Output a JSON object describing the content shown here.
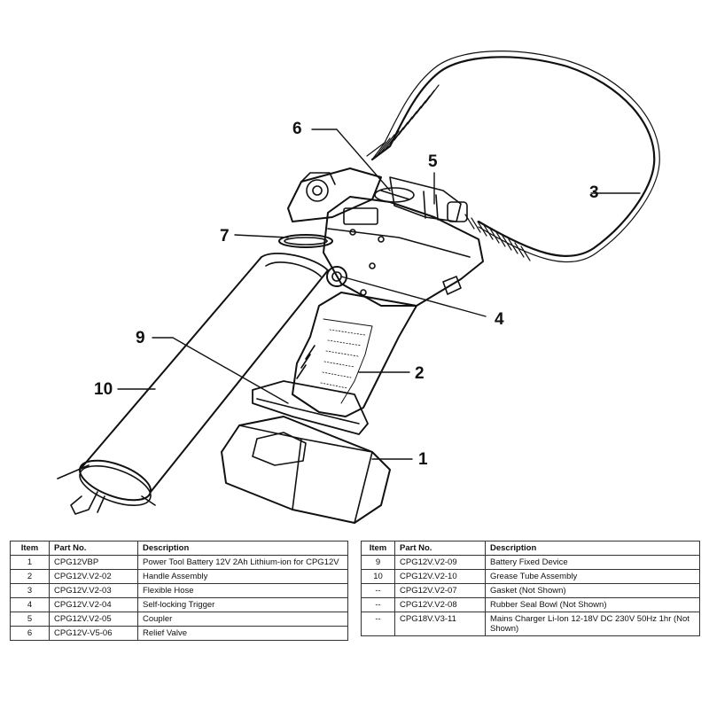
{
  "callouts": [
    "1",
    "2",
    "3",
    "4",
    "5",
    "6",
    "7",
    "9",
    "10"
  ],
  "table_headers": {
    "item": "Item",
    "part_no": "Part No.",
    "description": "Description"
  },
  "parts_left": [
    {
      "item": "1",
      "part_no": "CPG12VBP",
      "description": "Power Tool Battery 12V 2Ah Lithium-ion for CPG12V"
    },
    {
      "item": "2",
      "part_no": "CPG12V.V2-02",
      "description": "Handle Assembly"
    },
    {
      "item": "3",
      "part_no": "CPG12V.V2-03",
      "description": "Flexible Hose"
    },
    {
      "item": "4",
      "part_no": "CPG12V.V2-04",
      "description": "Self-locking Trigger"
    },
    {
      "item": "5",
      "part_no": "CPG12V.V2-05",
      "description": "Coupler"
    },
    {
      "item": "6",
      "part_no": "CPG12V-V5-06",
      "description": "Relief Valve"
    }
  ],
  "parts_right": [
    {
      "item": "9",
      "part_no": "CPG12V.V2-09",
      "description": "Battery Fixed Device"
    },
    {
      "item": "10",
      "part_no": "CPG12V.V2-10",
      "description": "Grease Tube Assembly"
    },
    {
      "item": "--",
      "part_no": "CPG12V.V2-07",
      "description": "Gasket (Not Shown)"
    },
    {
      "item": "--",
      "part_no": "CPG12V.V2-08",
      "description": "Rubber Seal Bowl (Not Shown)"
    },
    {
      "item": "--",
      "part_no": "CPG18V.V3-11",
      "description": "Mains Charger Li-Ion 12-18V DC 230V 50Hz 1hr (Not Shown)"
    }
  ]
}
